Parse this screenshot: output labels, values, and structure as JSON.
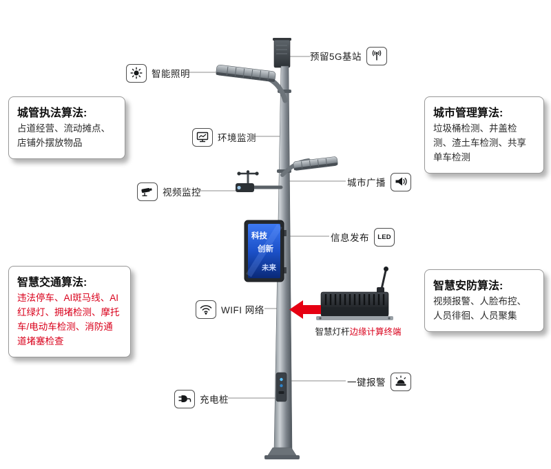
{
  "feature_labels": {
    "g5": "预留5G基站",
    "lighting": "智能照明",
    "env_monitor": "环境监测",
    "video": "视频监控",
    "broadcast": "城市广播",
    "info_publish": "信息发布",
    "wifi": "WIFI 网络",
    "alarm": "一键报警",
    "charging": "充电桩"
  },
  "icon_texts": {
    "led": "LED"
  },
  "algorithm_boxes": {
    "chengguan": {
      "title": "城管执法算法:",
      "body": "占道经营、流动摊点、店铺外摆放物品"
    },
    "city_mgmt": {
      "title": "城市管理算法:",
      "body": "垃圾桶检测、井盖检测、渣土车检测、共享单车检测"
    },
    "traffic": {
      "title": "智慧交通算法:",
      "body": "违法停车、AI斑马线、AI红绿灯、拥堵检测、摩托车/电动车检测、消防通道堵塞检查"
    },
    "security": {
      "title": "智慧安防算法:",
      "body": "视频报警、人脸布控、人员徘徊、人员聚集"
    }
  },
  "device_caption": {
    "prefix": "智慧灯杆",
    "highlight": "边缘计算终端"
  },
  "screen_text": {
    "line1": "科技",
    "line2": "创新",
    "line3": "未来"
  },
  "colors": {
    "accent_red": "#d9001b",
    "screen_blue": "#1c51c9",
    "connector_gray": "#8c8c8c"
  }
}
